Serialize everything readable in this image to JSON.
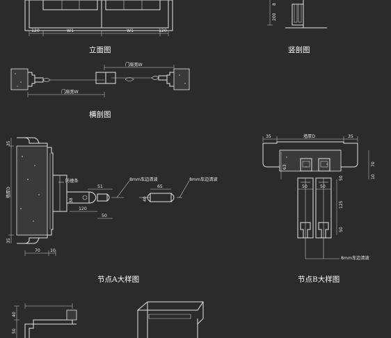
{
  "captions": {
    "elevation": "立面图",
    "vertical_section": "竖剖图",
    "horizontal_section": "横剖图",
    "detail_a": "节点A大样图",
    "detail_b": "节点B大样图"
  },
  "elevation_dims": {
    "left": "120",
    "mid1": "W1",
    "mid2": "W1",
    "right": "120"
  },
  "vertical_section_dims": {
    "a": "200",
    "b": "8"
  },
  "horizontal_section_dims": {
    "top": "门扇宽W",
    "bottom": "门扇宽W"
  },
  "detail_a": {
    "left_top": "35",
    "left_mid": "墙厚D",
    "left_bot": "35",
    "bottom_dim": "70",
    "bottom_dim2": "10",
    "strip_label": "防撞条",
    "dim_51": "51",
    "dim_120": "120",
    "dim_50": "50",
    "dim_38": "38",
    "dim_40": "40",
    "dim_65": "65",
    "edge_label_1": "8mm车边清波",
    "edge_label_2": "8mm车边清波"
  },
  "detail_b": {
    "top_left": "35",
    "top_mid": "墙厚D",
    "top_right": "35",
    "left_63": "63",
    "right_70": "70",
    "right_10": "10",
    "dim_50a": "50",
    "dim_50b": "50",
    "dim_125": "125",
    "dim_50c": "50",
    "dim_50d": "50",
    "edge_label": "8mm车边清波"
  },
  "bottom_left_dims": {
    "a": "40",
    "b": "50"
  }
}
